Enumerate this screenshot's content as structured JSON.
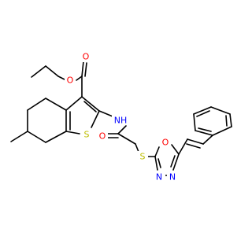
{
  "atoms": {
    "o_ester_carbonyl": "O",
    "o_ester_ether": "O",
    "n_amide": "NH",
    "s_thiophene": "S",
    "o_amide": "O",
    "s_thioether": "S",
    "o_oxadiazole": "O",
    "n_oxadiazole_left": "N",
    "n_oxadiazole_right": "N"
  },
  "colors": {
    "carbon_bond": "#000000",
    "oxygen": "#ff0000",
    "nitrogen": "#0000ff",
    "sulfur": "#bdbd00",
    "background": "#ffffff"
  }
}
